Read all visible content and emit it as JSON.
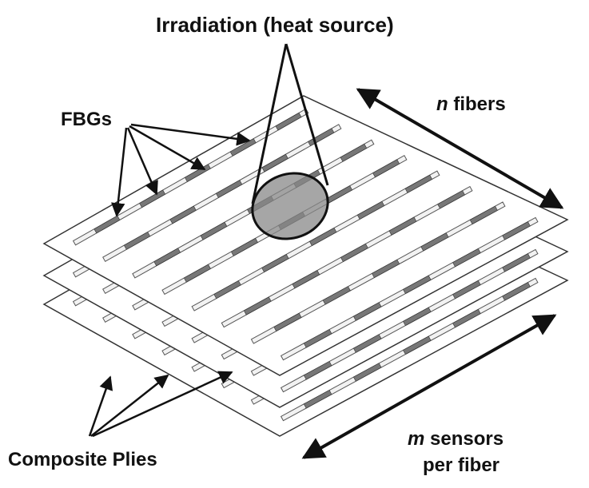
{
  "labels": {
    "irradiation": "Irradiation (heat source)",
    "fbgs": "FBGs",
    "n_italic": "n",
    "n_rest": " fibers",
    "m_italic": "m",
    "m_rest": " sensors",
    "m_line2": "per fiber",
    "plies": "Composite Plies"
  },
  "structure": {
    "ply_count": 3,
    "fibers_per_ply": 8,
    "sensors_per_fiber": 5
  },
  "colors": {
    "ply_fill": "#ffffff",
    "ply_stroke": "#333333",
    "fiber_fill": "#f2f2f2",
    "fiber_stroke": "#555555",
    "sensor_fill": "#777777",
    "heat_spot": "#888888",
    "arrow": "#111111"
  }
}
